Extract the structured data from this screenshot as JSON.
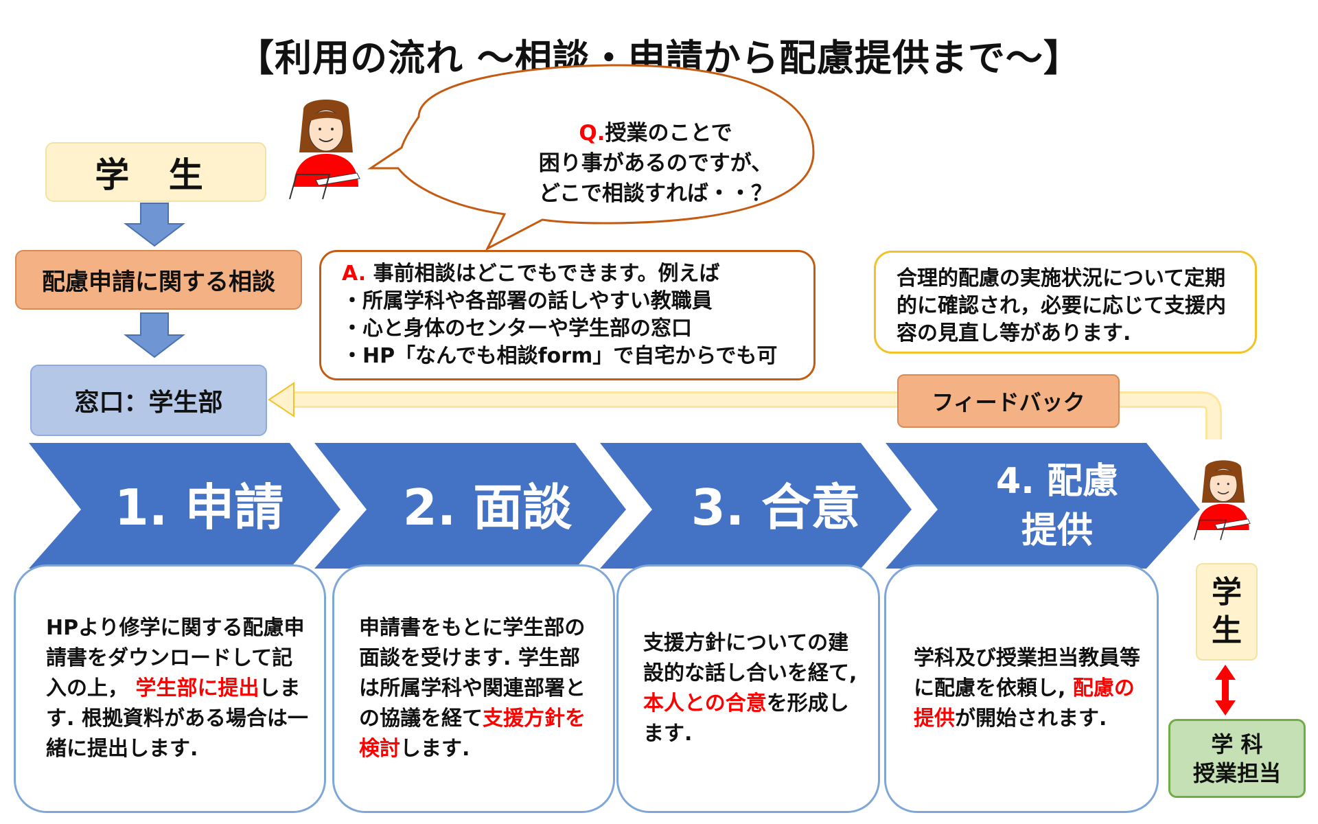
{
  "title": "【利用の流れ ～相談・申請から配慮提供まで～】",
  "left_flow": {
    "student": "学 生",
    "consult": "配慮申請に関する相談",
    "window": "窓口：学生部"
  },
  "question": {
    "q_mark": "Q.",
    "line1": "授業のことで",
    "line2": "困り事があるのですが、",
    "line3": "どこで相談すれば・・？"
  },
  "answer": {
    "a_mark": "A.",
    "line1": " 事前相談はどこでもできます。例えば",
    "line2": "・所属学科や各部署の話しやすい教職員",
    "line3": "・心と身体のセンターや学生部の窓口",
    "line4": "・HP「なんでも相談form」で自宅からでも可"
  },
  "check_note": "合理的配慮の実施状況について定期的に確認され，必要に応じて支援内容の見直し等があります.",
  "feedback": "フィードバック",
  "steps": [
    {
      "label": "1. 申請"
    },
    {
      "label": "2. 面談"
    },
    {
      "label": "3. 合意"
    },
    {
      "label_line1": "4. 配慮",
      "label_line2": "提供"
    }
  ],
  "cards": {
    "card1": {
      "t1": "HPより修学に関する配慮申請書をダウンロードして記入の上， ",
      "r1": "学生部に提出",
      "t2": "します. 根拠資料がある場合は一緒に提出します."
    },
    "card2": {
      "t1": "申請書をもとに学生部の面談を受けます. 学生部は所属学科や関連部署との協議を経て",
      "r1": "支援方針を検討",
      "t2": "します."
    },
    "card3": {
      "t1": "支援方針についての建設的な話し合いを経て, ",
      "r1": "本人との合意",
      "t2": "を形成します."
    },
    "card4": {
      "t1": "学科及び授業担当教員等に配慮を依頼し, ",
      "r1": "配慮の提供",
      "t2": "が開始されます."
    }
  },
  "right_side": {
    "student_line1": "学",
    "student_line2": "生",
    "teacher_line1": "学 科",
    "teacher_line2": "授業担当"
  },
  "colors": {
    "chevron": "#4472c4",
    "highlight": "#ff0000",
    "student_fill": "#fff2cc",
    "orange_fill": "#f4b183",
    "window_fill": "#b4c7e7",
    "teacher_fill": "#c5e0b4"
  }
}
